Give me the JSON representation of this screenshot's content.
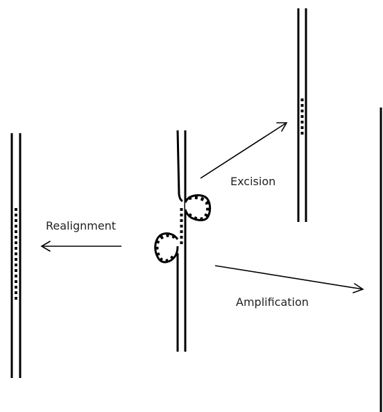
{
  "labels": {
    "excision": "Excision",
    "realignment": "Realignment",
    "amplification": "Amplification"
  },
  "colors": {
    "strand": "#000000",
    "text": "#222222",
    "background": "#ffffff"
  }
}
